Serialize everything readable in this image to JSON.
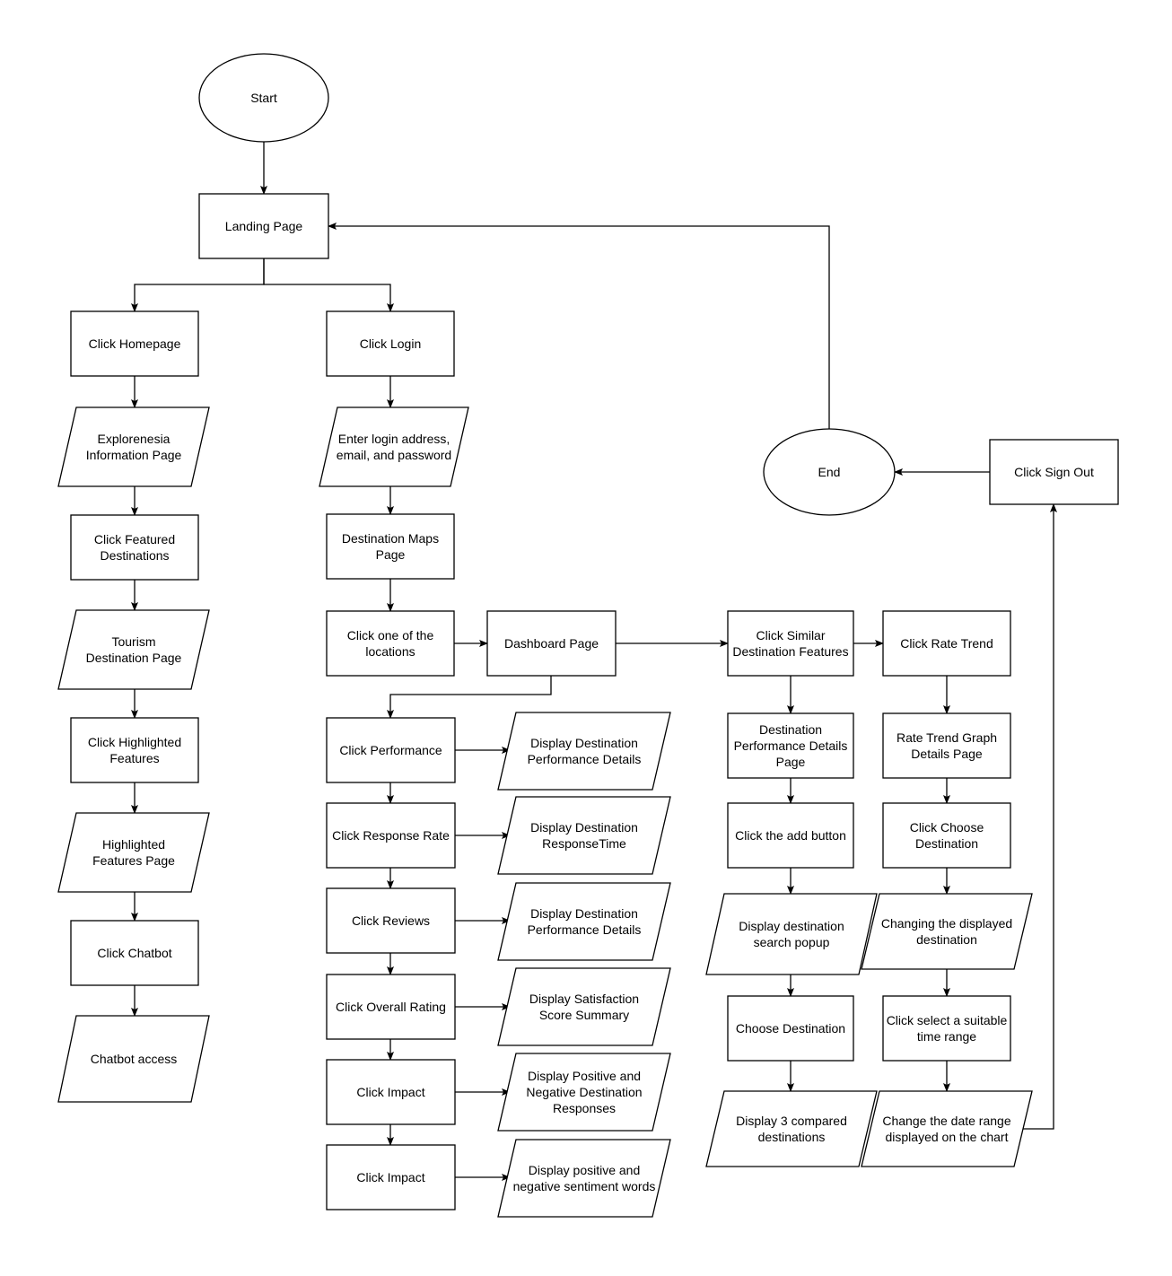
{
  "nodes": {
    "start": {
      "shape": "ellipse",
      "lines": [
        "Start"
      ]
    },
    "landing": {
      "shape": "rect",
      "lines": [
        "Landing Page"
      ]
    },
    "homepage": {
      "shape": "rect",
      "lines": [
        "Click Homepage"
      ]
    },
    "explorenesia": {
      "shape": "parallelogram",
      "lines": [
        "Explorenesia",
        "Information Page"
      ]
    },
    "featured": {
      "shape": "rect",
      "lines": [
        "Click Featured",
        "Destinations"
      ]
    },
    "tourism": {
      "shape": "parallelogram",
      "lines": [
        "Tourism",
        "Destination Page"
      ]
    },
    "highlighted": {
      "shape": "rect",
      "lines": [
        "Click Highlighted",
        "Features"
      ]
    },
    "highlighted_page": {
      "shape": "parallelogram",
      "lines": [
        "Highlighted",
        "Features Page"
      ]
    },
    "chatbot": {
      "shape": "rect",
      "lines": [
        "Click Chatbot"
      ]
    },
    "chatbot_access": {
      "shape": "parallelogram",
      "lines": [
        "Chatbot access"
      ]
    },
    "login": {
      "shape": "rect",
      "lines": [
        "Click Login"
      ]
    },
    "enter_login": {
      "shape": "parallelogram",
      "lines": [
        "Enter login address,",
        "email, and password"
      ]
    },
    "maps": {
      "shape": "rect",
      "lines": [
        "Destination Maps",
        "Page"
      ]
    },
    "location": {
      "shape": "rect",
      "lines": [
        "Click one of the",
        "locations"
      ]
    },
    "dashboard": {
      "shape": "rect",
      "lines": [
        "Dashboard Page"
      ]
    },
    "performance": {
      "shape": "rect",
      "lines": [
        "Click Performance"
      ]
    },
    "disp_perf": {
      "shape": "parallelogram",
      "lines": [
        "Display Destination",
        "Performance Details"
      ]
    },
    "response": {
      "shape": "rect",
      "lines": [
        "Click Response Rate"
      ]
    },
    "disp_resp": {
      "shape": "parallelogram",
      "lines": [
        "Display Destination",
        "ResponseTime"
      ]
    },
    "reviews": {
      "shape": "rect",
      "lines": [
        "Click Reviews"
      ]
    },
    "disp_rev": {
      "shape": "parallelogram",
      "lines": [
        "Display Destination",
        "Performance Details"
      ]
    },
    "overall": {
      "shape": "rect",
      "lines": [
        "Click Overall Rating"
      ]
    },
    "disp_sat": {
      "shape": "parallelogram",
      "lines": [
        "Display Satisfaction",
        "Score Summary"
      ]
    },
    "impact1": {
      "shape": "rect",
      "lines": [
        "Click Impact"
      ]
    },
    "disp_posneg": {
      "shape": "parallelogram",
      "lines": [
        "Display Positive and",
        "Negative Destination",
        "Responses"
      ]
    },
    "impact2": {
      "shape": "rect",
      "lines": [
        "Click Impact"
      ]
    },
    "disp_words": {
      "shape": "parallelogram",
      "lines": [
        "Display positive and",
        "negative sentiment words"
      ]
    },
    "similar": {
      "shape": "rect",
      "lines": [
        "Click Similar",
        "Destination Features"
      ]
    },
    "dest_perf_page": {
      "shape": "rect",
      "lines": [
        "Destination",
        "Performance Details",
        "Page"
      ]
    },
    "add_button": {
      "shape": "rect",
      "lines": [
        "Click the add button"
      ]
    },
    "search_popup": {
      "shape": "parallelogram",
      "lines": [
        "Display destination",
        "search popup"
      ]
    },
    "choose_dest": {
      "shape": "rect",
      "lines": [
        "Choose Destination"
      ]
    },
    "compared": {
      "shape": "parallelogram",
      "lines": [
        "Display 3 compared",
        "destinations"
      ]
    },
    "rate_trend": {
      "shape": "rect",
      "lines": [
        "Click Rate Trend"
      ]
    },
    "trend_graph": {
      "shape": "rect",
      "lines": [
        "Rate Trend Graph",
        "Details Page"
      ]
    },
    "choose_dest2": {
      "shape": "rect",
      "lines": [
        "Click Choose",
        "Destination"
      ]
    },
    "changing": {
      "shape": "parallelogram",
      "lines": [
        "Changing the displayed",
        "destination"
      ]
    },
    "time_range": {
      "shape": "rect",
      "lines": [
        "Click select a suitable",
        "time range"
      ]
    },
    "date_range": {
      "shape": "parallelogram",
      "lines": [
        "Change the date range",
        "displayed on the chart"
      ]
    },
    "sign_out": {
      "shape": "rect",
      "lines": [
        "Click Sign Out"
      ]
    },
    "end": {
      "shape": "ellipse",
      "lines": [
        "End"
      ]
    }
  },
  "edges": [
    [
      "start",
      "landing"
    ],
    [
      "landing",
      "homepage"
    ],
    [
      "landing",
      "login"
    ],
    [
      "homepage",
      "explorenesia"
    ],
    [
      "explorenesia",
      "featured"
    ],
    [
      "featured",
      "tourism"
    ],
    [
      "tourism",
      "highlighted"
    ],
    [
      "highlighted",
      "highlighted_page"
    ],
    [
      "highlighted_page",
      "chatbot"
    ],
    [
      "chatbot",
      "chatbot_access"
    ],
    [
      "login",
      "enter_login"
    ],
    [
      "enter_login",
      "maps"
    ],
    [
      "maps",
      "location"
    ],
    [
      "location",
      "dashboard"
    ],
    [
      "dashboard",
      "performance"
    ],
    [
      "dashboard",
      "similar"
    ],
    [
      "performance",
      "disp_perf"
    ],
    [
      "performance",
      "response"
    ],
    [
      "response",
      "disp_resp"
    ],
    [
      "response",
      "reviews"
    ],
    [
      "reviews",
      "disp_rev"
    ],
    [
      "reviews",
      "overall"
    ],
    [
      "overall",
      "disp_sat"
    ],
    [
      "overall",
      "impact1"
    ],
    [
      "impact1",
      "disp_posneg"
    ],
    [
      "impact1",
      "impact2"
    ],
    [
      "impact2",
      "disp_words"
    ],
    [
      "similar",
      "rate_trend"
    ],
    [
      "similar",
      "dest_perf_page"
    ],
    [
      "dest_perf_page",
      "add_button"
    ],
    [
      "add_button",
      "search_popup"
    ],
    [
      "search_popup",
      "choose_dest"
    ],
    [
      "choose_dest",
      "compared"
    ],
    [
      "rate_trend",
      "trend_graph"
    ],
    [
      "trend_graph",
      "choose_dest2"
    ],
    [
      "choose_dest2",
      "changing"
    ],
    [
      "changing",
      "time_range"
    ],
    [
      "time_range",
      "date_range"
    ],
    [
      "date_range",
      "sign_out"
    ],
    [
      "sign_out",
      "end"
    ],
    [
      "end",
      "landing"
    ]
  ]
}
